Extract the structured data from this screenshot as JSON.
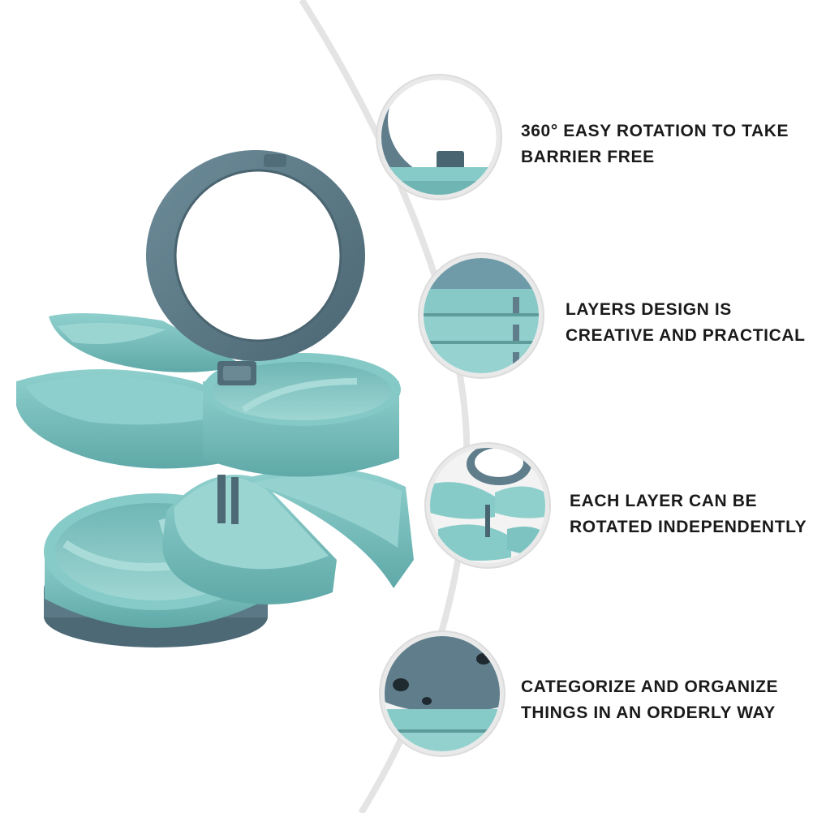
{
  "product": {
    "image_name": "rotating-jewelry-organizer",
    "colors": {
      "tray_teal": "#7cc3c1",
      "tray_teal_dark": "#5fa9a8",
      "tray_teal_light": "#a7dbd8",
      "lid_slate": "#5f7d8b",
      "lid_slate_dark": "#4a6572",
      "mirror": "#ffffff",
      "guide_arc": "#e2e2e2"
    }
  },
  "features": [
    {
      "id": "rotation",
      "icon": "mirror-hinge-detail",
      "line1": "360° EASY ROTATION TO TAKE",
      "line2": "BARRIER FREE"
    },
    {
      "id": "layers",
      "icon": "stacked-layers-detail",
      "line1": "LAYERS DESIGN IS",
      "line2": "CREATIVE AND PRACTICAL"
    },
    {
      "id": "independent",
      "icon": "rotated-trays-detail",
      "line1": "EACH LAYER CAN BE",
      "line2": "ROTATED INDEPENDENTLY"
    },
    {
      "id": "organize",
      "icon": "base-bottom-detail",
      "line1": "CATEGORIZE AND ORGANIZE",
      "line2": "THINGS IN AN ORDERLY WAY"
    }
  ]
}
